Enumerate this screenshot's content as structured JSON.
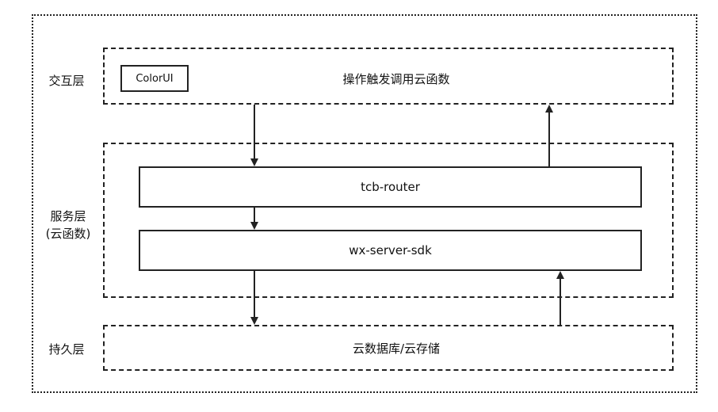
{
  "layers": {
    "interaction": {
      "label": "交互层",
      "badge": "ColorUI",
      "text": "操作触发调用云函数"
    },
    "service": {
      "label_line1": "服务层",
      "label_line2": "(云函数)",
      "router": "tcb-router",
      "sdk": "wx-server-sdk"
    },
    "persistence": {
      "label": "持久层",
      "text": "云数据库/云存储"
    }
  }
}
